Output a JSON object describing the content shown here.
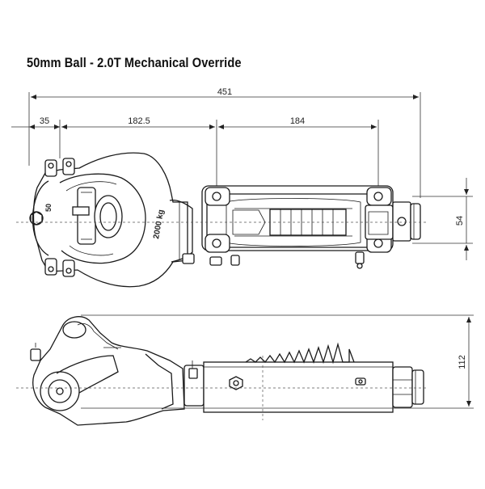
{
  "title": "50mm Ball - 2.0T Mechanical Override",
  "dimensions": {
    "overall_length": "451",
    "ball_offset": "35",
    "ball_to_mount": "182.5",
    "mount_spacing": "184",
    "mount_height": "54",
    "side_height": "112"
  },
  "body_label": "2000 kg",
  "ball_label": "50"
}
